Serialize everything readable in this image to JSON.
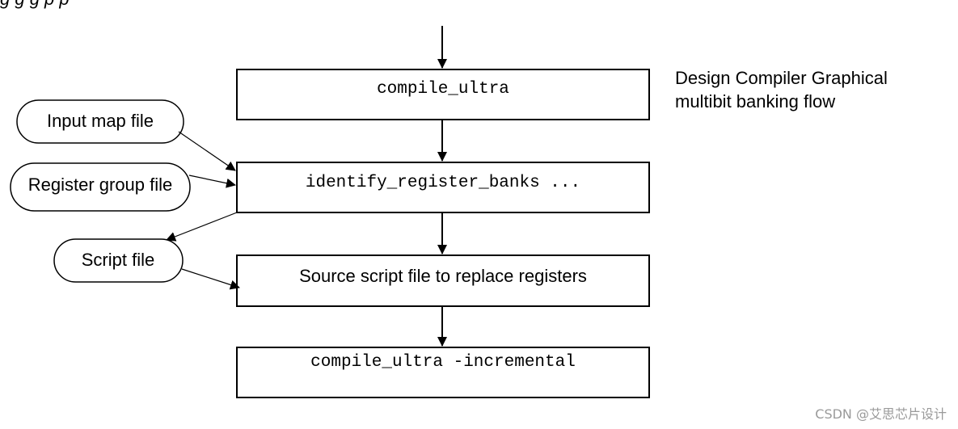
{
  "header": {
    "clipped_text": "g                          g            g        p      p"
  },
  "steps": [
    {
      "label": "compile_ultra",
      "style": "mono"
    },
    {
      "label": "identify_register_banks ...",
      "style": "mono"
    },
    {
      "label": "Source script file to replace registers",
      "style": "sans"
    },
    {
      "label": "compile_ultra -incremental",
      "style": "mono"
    }
  ],
  "files": [
    {
      "label": "Input map file"
    },
    {
      "label": "Register group file"
    },
    {
      "label": "Script file"
    }
  ],
  "note": {
    "line1": "Design Compiler Graphical",
    "line2": "multibit banking flow"
  },
  "watermark": "CSDN @艾思芯片设计",
  "colors": {
    "stroke": "#000000",
    "watermark": "#9a9a9a"
  }
}
